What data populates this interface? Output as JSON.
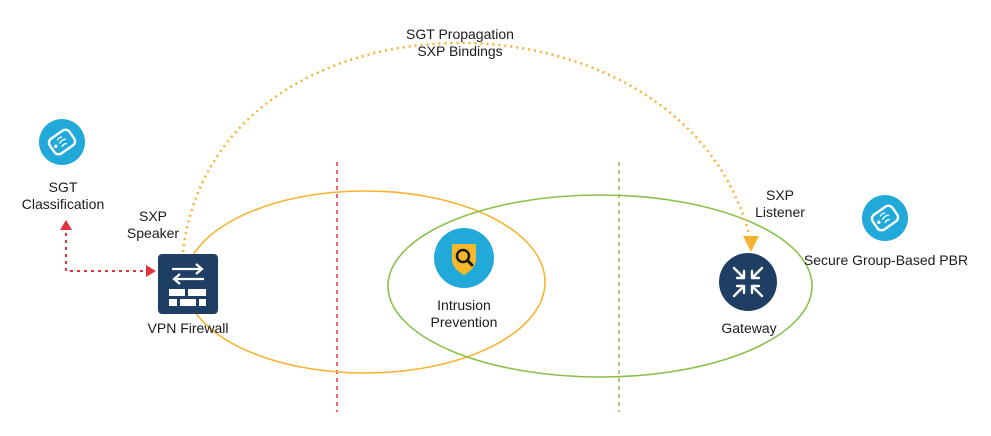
{
  "top_label": {
    "line1": "SGT Propagation",
    "line2": "SXP Bindings"
  },
  "sgt_classification": {
    "line1": "SGT",
    "line2": "Classification"
  },
  "sxp_speaker": {
    "line1": "SXP",
    "line2": "Speaker"
  },
  "vpn_firewall": {
    "label": "VPN Firewall"
  },
  "intrusion_prevention": {
    "line1": "Intrusion",
    "line2": "Prevention"
  },
  "sxp_listener": {
    "line1": "SXP",
    "line2": "Listener"
  },
  "gateway": {
    "label": "Gateway"
  },
  "secure_pbr": {
    "label": "Secure Group-Based PBR"
  },
  "colors": {
    "orange": "#f5b331",
    "green": "#8cc04b",
    "red": "#e0343c",
    "navy": "#1e3e64",
    "cyan": "#21a9da",
    "yellow": "#f9b82a"
  },
  "icons": {
    "tag": "tag-icon",
    "firewall": "firewall-icon",
    "ips": "shield-search-icon",
    "router": "router-icon"
  }
}
